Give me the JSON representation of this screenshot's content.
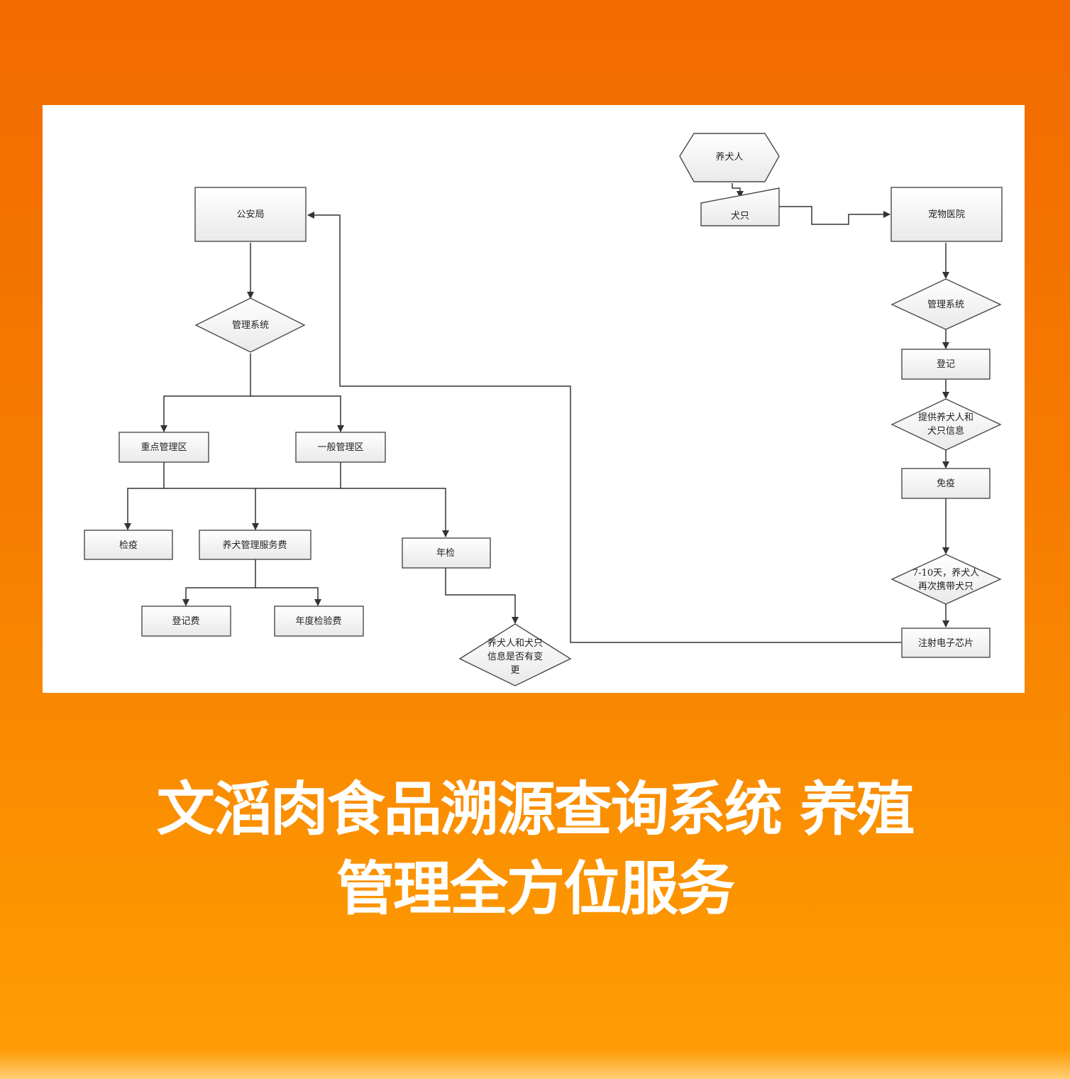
{
  "diagram": {
    "nodes": {
      "police": "公安局",
      "mgmt_left": "管理系统",
      "key_zone": "重点管理区",
      "general_zone": "一般管理区",
      "quarantine": "检疫",
      "service_fee": "养犬管理服务费",
      "annual_check": "年检",
      "reg_fee": "登记费",
      "annual_fee": "年度检验费",
      "info_change_1": "养犬人和犬只",
      "info_change_2": "信息是否有变",
      "info_change_3": "更",
      "owner": "养犬人",
      "dog": "犬只",
      "pet_hospital": "宠物医院",
      "mgmt_right": "管理系统",
      "register": "登记",
      "provide_info_1": "提供养犬人和",
      "provide_info_2": "犬只信息",
      "vaccine": "免疫",
      "revisit_1": "7-10天，养犬人",
      "revisit_2": "再次携带犬只",
      "chip": "注射电子芯片"
    }
  },
  "headline": {
    "line1": "文滔肉食品溯源查询系统 养殖",
    "line2": "管理全方位服务"
  },
  "colors": {
    "background_top": "#f26a00",
    "background_bottom": "#ff9e0a",
    "card": "#ffffff",
    "headline": "#ffffff"
  }
}
